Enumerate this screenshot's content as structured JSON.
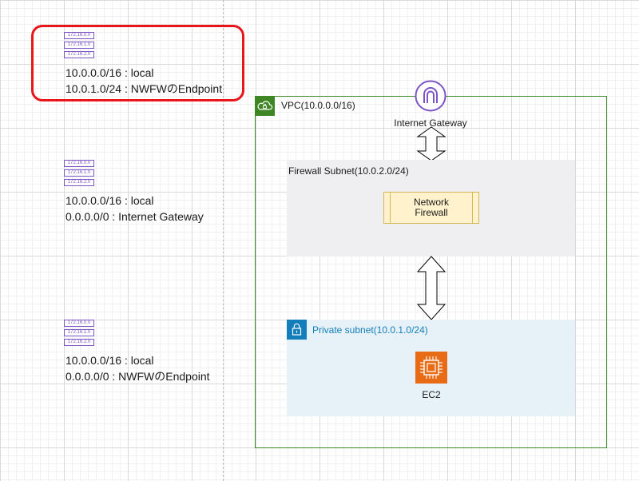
{
  "route_tables": [
    {
      "icon_rows": [
        "172.16.0.0",
        "172.16.1.0",
        "172.16.2.0"
      ],
      "routes": [
        "10.0.0.0/16 : local",
        "10.0.1.0/24 : NWFWのEndpoint"
      ]
    },
    {
      "icon_rows": [
        "172.16.0.0",
        "172.16.1.0",
        "172.16.2.0"
      ],
      "routes": [
        "10.0.0.0/16 : local",
        "0.0.0.0/0 : Internet Gateway"
      ]
    },
    {
      "icon_rows": [
        "172.16.0.0",
        "172.16.1.0",
        "172.16.2.0"
      ],
      "routes": [
        "10.0.0.0/16 : local",
        "0.0.0.0/0 : NWFWのEndpoint"
      ]
    }
  ],
  "vpc": {
    "label": "VPC(10.0.0.0/16)",
    "color": "#3f8624",
    "icon": "vpc-cloud-lock-icon"
  },
  "internet_gateway": {
    "label": "Internet Gateway",
    "color": "#7d55c7",
    "icon": "internet-gateway-icon"
  },
  "firewall_subnet": {
    "label": "Firewall Subnet(10.0.2.0/24)",
    "color": "#efeff1"
  },
  "network_firewall": {
    "line1": "Network",
    "line2": "Firewall",
    "color": "#fff2cc"
  },
  "private_subnet": {
    "label": "Private subnet(10.0.1.0/24)",
    "color": "#147eba",
    "icon": "padlock-icon"
  },
  "ec2": {
    "label": "EC2",
    "color": "#e86b15",
    "icon": "ec2-chip-icon"
  },
  "highlight_color": "#e8151b"
}
